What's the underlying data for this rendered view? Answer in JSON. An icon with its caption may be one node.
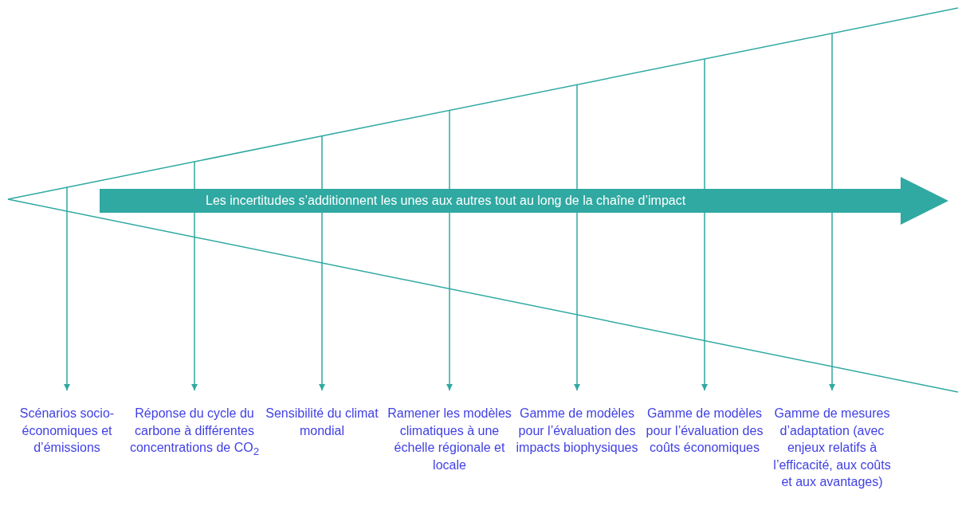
{
  "diagram": {
    "nodes": [
      {
        "text": [
          "Les incertitudes s’additionnent les unes aux autres tout au long de la chaîne d’impact"
        ]
      },
      {
        "text": [
          "Scénarios socio-économiques et d’émissions"
        ]
      },
      {
        "text": [
          "Réponse du cycle du carbone à différentes concentrations de CO$_{2}$"
        ]
      },
      {
        "text": [
          "Sensibilité du climat mondial"
        ]
      },
      {
        "text": [
          "Ramener les modèles climatiques à une échelle régionale et locale"
        ]
      },
      {
        "text": [
          "Gamme de modèles pour l’évaluation des impacts biophysiques"
        ]
      },
      {
        "text": [
          "Gamme de modèles pour l’évaluation des coûts économiques"
        ]
      },
      {
        "text": [
          "Gamme de mesures d’adaptation (avec enjeux relatifs à l’efficacité, aux coûts et aux avantages)"
        ]
      }
    ],
    "edges": [
      {
        "from": null,
        "to": 1,
        "arrow": "to"
      },
      {
        "from": null,
        "to": 2,
        "arrow": "to"
      },
      {
        "from": null,
        "to": 3,
        "arrow": "to"
      },
      {
        "from": null,
        "to": 4,
        "arrow": "to"
      },
      {
        "from": null,
        "to": 5,
        "arrow": "to"
      },
      {
        "from": null,
        "to": 6,
        "arrow": "to"
      },
      {
        "from": null,
        "to": 7,
        "arrow": "to"
      }
    ]
  }
}
